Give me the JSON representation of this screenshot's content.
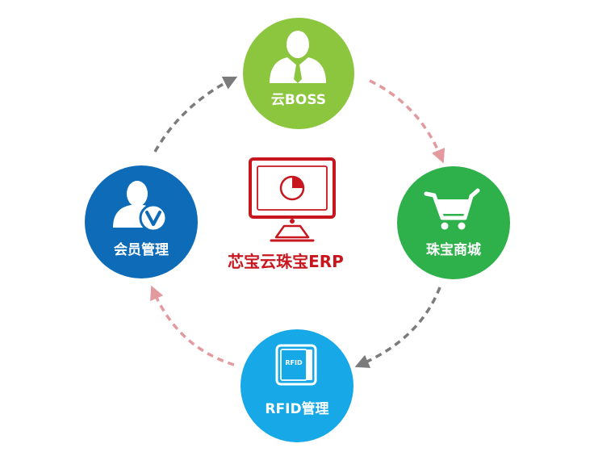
{
  "nodes": {
    "top": {
      "label": "云BOSS",
      "color": "#8cc63f",
      "icon": "businessman-icon"
    },
    "right": {
      "label": "珠宝商城",
      "color": "#2eb04a",
      "icon": "shopping-cart-icon"
    },
    "bottom": {
      "label": "RFID管理",
      "color": "#17a8e8",
      "icon": "rfid-tag-icon"
    },
    "left": {
      "label": "会员管理",
      "color": "#0e6bb8",
      "icon": "vip-member-icon"
    }
  },
  "center": {
    "label": "芯宝云珠宝ERP",
    "color": "#c8161e",
    "icon": "monitor-chart-icon"
  },
  "rfid_tag_text": "RFID",
  "arrows": {
    "gray": "#7b7b7b",
    "pink": "#e39a9e"
  }
}
